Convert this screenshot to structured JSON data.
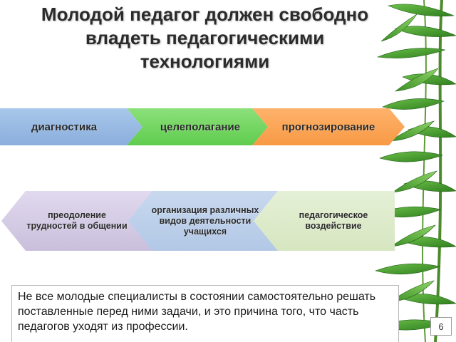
{
  "slide": {
    "title_lines": [
      "Молодой педагог должен свободно",
      "владеть педагогическими",
      "технологиями"
    ],
    "row1": [
      "диагностика",
      "целеполагание",
      "прогнозирование"
    ],
    "row2": [
      "преодоление трудностей в общении",
      "организация различных видов деятельности учащихся",
      "педагогическое воздействие"
    ],
    "note_text": "Не все молодые специалисты в состоянии самостоятельно решать поставленные перед ними задачи, и это причина того, что часть педагогов уходят из профессии.",
    "slide_number": "6"
  },
  "colors": {
    "chevron_blue": "#8aaedc",
    "chevron_green": "#5fcc4e",
    "chevron_orange": "#f79a45",
    "chevron_lavender": "#c9bfdc",
    "chevron_light_blue": "#b2c8e6",
    "chevron_light_green": "#d6e6c0",
    "leaf_green": "#3e9a2a"
  },
  "icons": {
    "decoration": "bamboo-leaves-icon"
  }
}
